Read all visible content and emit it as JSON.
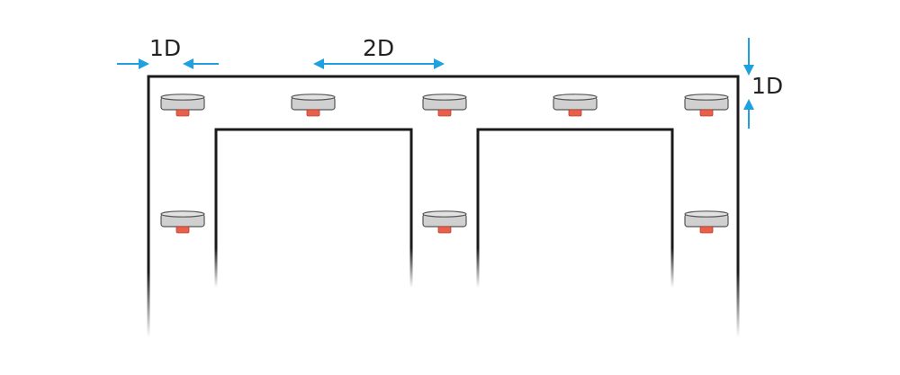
{
  "dimensions": {
    "edge_spacing": "1D",
    "detector_spacing": "2D",
    "ceiling_offset": "1D"
  },
  "colors": {
    "wall": "#1a1a1a",
    "arrow": "#1fa0e0",
    "detector_body": "#d0d0d0",
    "detector_stroke": "#555555",
    "detector_led": "#e8604c"
  },
  "icons": {
    "detector": "ceiling-sensor-icon"
  },
  "detectors": {
    "count": 8
  }
}
